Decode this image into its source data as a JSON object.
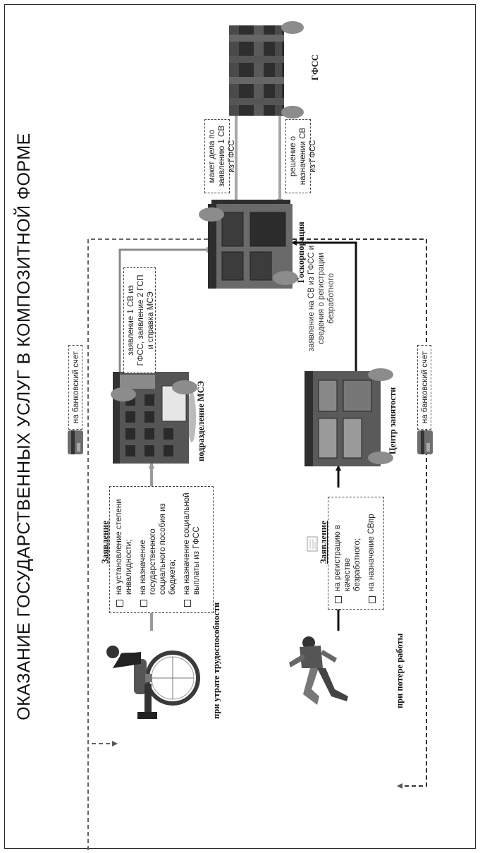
{
  "title": "ОКАЗАНИЕ ГОСУДАРСТВЕННЫХ УСЛУГ В КОМПОЗИТНОЙ ФОРМЕ",
  "actors": {
    "disability_caption": "при утрате трудоспособности",
    "job_loss_caption": "при потере работы"
  },
  "nodes": {
    "mse": "подразделение МСЭ",
    "employment_center": "Центр занятости",
    "goskorporatsiya": "Госкорпорация",
    "gfss": "ГФСС"
  },
  "applications": {
    "top": {
      "title": "Заявление",
      "items": [
        "на установление степени инвалидности;",
        "на назначение государственного социального пособия из бюджета;",
        "на назначение социальной выплаты из ГФСС"
      ]
    },
    "bottom": {
      "title": "Заявление",
      "items": [
        "на регистрацию в качестве безработного;",
        "на назначение СВпр"
      ]
    }
  },
  "flows": {
    "mse_to_gk": "заявление 1 СВ из ГФСС, заявление 2 ГСП и справка МСЭ",
    "cz_to_gk": "заявление на СВ из ГФСС и сведения о регистрации безработного",
    "gk_to_gfss": "макет дела по заявлению 1 СВ из ГФСС",
    "gfss_to_gk": "решение о назначении СВ из ГФСС",
    "bank_top": "на банковский счет",
    "bank_bottom": "на банковский счет"
  },
  "icons": {
    "wheelchair_person": "wheelchair-person-icon",
    "walking_person": "walking-person-icon",
    "document": "document-icon",
    "bank_card": "bank-card-icon",
    "building": "building-icon",
    "tower": "tower-icon"
  },
  "colors": {
    "dark": "#3a3a3a",
    "mid": "#6d6d6d",
    "light": "#a8a8a8",
    "arrow": "#111111",
    "dashed": "#555555"
  }
}
